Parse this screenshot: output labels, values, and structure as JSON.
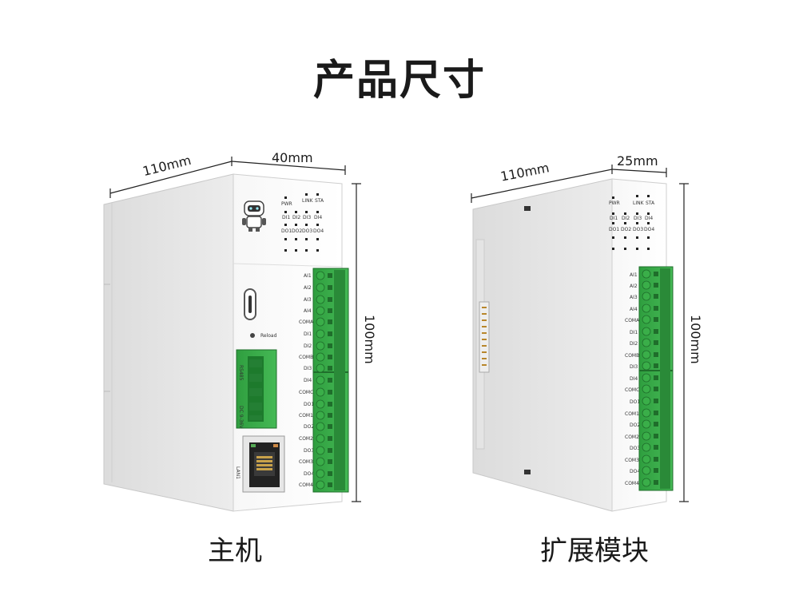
{
  "title": "产品尺寸",
  "main_unit": {
    "caption": "主机",
    "depth": "110mm",
    "width": "40mm",
    "height": "100mm",
    "led_labels": [
      "PWR",
      "LINK",
      "STA",
      "DI1",
      "DI2",
      "DI3",
      "DI4",
      "DO1",
      "DO2",
      "DO3",
      "DO4"
    ],
    "reload_label": "Reload",
    "rs485_label": "RS485",
    "power_label": "DC 9-36V",
    "lan_label": "LAN1",
    "terminal_labels": [
      "AI1",
      "AI2",
      "AI3",
      "AI4",
      "COMA",
      "DI1",
      "DI2",
      "COMB",
      "DI3",
      "DI4",
      "COMC",
      "DO1",
      "COM1",
      "DO2",
      "COM2",
      "DO3",
      "COM3",
      "DO4",
      "COM4"
    ]
  },
  "expansion_module": {
    "caption": "扩展模块",
    "depth": "110mm",
    "width": "25mm",
    "height": "100mm",
    "led_labels": [
      "PWR",
      "LINK",
      "STA",
      "DI1",
      "DI2",
      "DI3",
      "DI4",
      "DO1",
      "DO2",
      "DO3",
      "DO4"
    ],
    "terminal_labels": [
      "AI1",
      "AI2",
      "AI3",
      "AI4",
      "COMA",
      "DI1",
      "DI2",
      "COMB",
      "DI3",
      "DI4",
      "COMC",
      "DO1",
      "COM1",
      "DO2",
      "COM2",
      "DO3",
      "COM3",
      "DO4",
      "COM4"
    ]
  }
}
